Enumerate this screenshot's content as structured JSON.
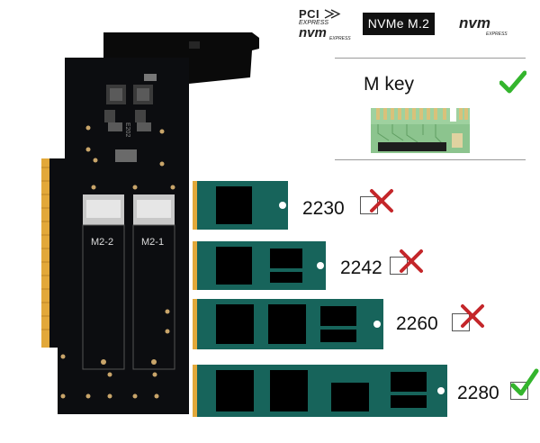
{
  "logos": {
    "pci": {
      "main": "PCI",
      "sub": "EXPRESS",
      "nvm": "nvm",
      "express": "EXPRESS"
    },
    "nvme_m2": "NVMe M.2",
    "nvm": {
      "word": "nvm",
      "express": "EXPRESS"
    }
  },
  "m_key": {
    "label": "M key",
    "supported": true
  },
  "board_slots": [
    {
      "label": "M2-2"
    },
    {
      "label": "M2-1"
    }
  ],
  "board_marking": "E202",
  "ssd_sizes": [
    {
      "label": "2230",
      "supported": false
    },
    {
      "label": "2242",
      "supported": false
    },
    {
      "label": "2260",
      "supported": false
    },
    {
      "label": "2280",
      "supported": true
    }
  ],
  "colors": {
    "pcb": "#0c0d10",
    "ssd_pcb": "#17645b",
    "gold_contact": "#e2a83a",
    "check": "#34b52d",
    "cross": "#c4262a"
  }
}
